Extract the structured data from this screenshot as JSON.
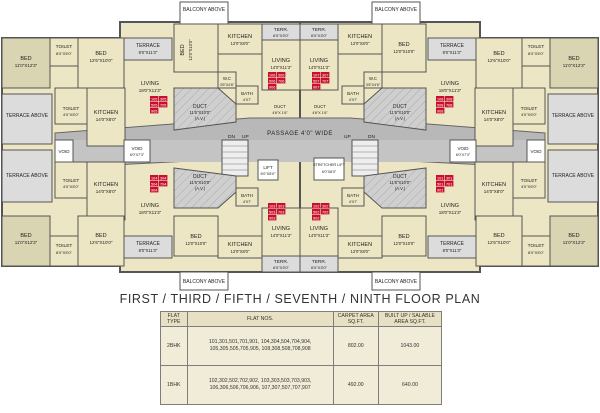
{
  "plan": {
    "title": "FIRST / THIRD / FIFTH / SEVENTH / NINTH FLOOR PLAN",
    "passage_label": "PASSAGE 4'0\" WIDE",
    "colors": {
      "room_fill": "#ede6c4",
      "wall": "#555555",
      "terrace_fill": "#d6d6d6",
      "flat_tag": "#c8102e",
      "corridor": "#b8b8b8"
    },
    "rooms": {
      "bed_a": "BED",
      "bed_a_dim": "11'0\"X12'3\"",
      "bed_b": "BED",
      "bed_b_dim": "12'6\"X10'0\"",
      "toilet": "TOILET",
      "toilet_dim": "8'0\"X5'0\"",
      "toilet2_dim": "4'0\"X5'0\"",
      "terrace": "TERRACE",
      "terrace_dim": "8'0\"X11'3\"",
      "terrace_above": "TERRACE ABOVE",
      "living": "LIVING",
      "living_dim": "18'0\"X11'3\"",
      "kitchen": "KITCHEN",
      "kitchen_dim": "14'0\"X8'0\"",
      "kitchen_c": "KITCHEN",
      "kitchen_c_dim": "12'0\"X8'0\"",
      "void": "VOID",
      "void_dim": "6'0\"X7'3\"",
      "bed_c": "BED",
      "bed_c_dim": "12'0\"X10'0\"",
      "living_c": "LIVING",
      "living_c_dim": "14'0\"X11'3\"",
      "wc": "W.C",
      "wc_dim": "3'6\"X4'6\"",
      "bath": "BATH",
      "bath_dim": "4'X7'",
      "duct": "DUCT",
      "duct_dim": "11'6\"X10'0\"",
      "duct_av": "(A.V.)",
      "duct2_dim": "11'6\"X10'0\"",
      "duct_small": "DUCT",
      "duct_small_dim": "4'6\"X 1'6\"",
      "terr": "TERR.",
      "terr_dim": "6'0\"X3'0\"",
      "balcony": "BALCONY ABOVE",
      "lift": "LIFT",
      "lift_dim": "6'0\"X6'0\"",
      "stretcher": "STRETCHER LIFT",
      "stretcher_dim": "6'0\"X8'0\"",
      "dn": "DN",
      "up": "UP"
    },
    "flat_tags": {
      "tl": [
        "105",
        "305",
        "505",
        "705",
        "905"
      ],
      "cl": [
        "106",
        "306",
        "506",
        "706",
        "906"
      ],
      "cr": [
        "107",
        "307",
        "507",
        "707",
        "907"
      ],
      "tr": [
        "108",
        "308",
        "508",
        "708",
        "908"
      ],
      "ml": [
        "104",
        "304",
        "504",
        "704",
        "904"
      ],
      "bl": [
        "103",
        "303",
        "503",
        "703",
        "903"
      ],
      "br": [
        "102",
        "302",
        "502",
        "702",
        "902"
      ],
      "mr": [
        "101",
        "301",
        "501",
        "701",
        "901"
      ]
    }
  },
  "table": {
    "headers": [
      "FLAT TYPE",
      "FLAT NOS.",
      "CARPET AREA  SQ.FT.",
      "BUILT UP / SALABLE AREA  SQ.FT."
    ],
    "rows": [
      {
        "type": "2BHK",
        "flats": "101,301,501,701,901, 104,304,504,704,904, 105,305,505,705,905, 108,308,508,708,908",
        "carpet": "802.00",
        "builtup": "1043.00"
      },
      {
        "type": "1BHK",
        "flats": "102,302,502,702,902, 103,303,503,703,903, 106,306,506,706,906, 107,307,507,707,907",
        "carpet": "492.00",
        "builtup": "640.00"
      }
    ]
  }
}
